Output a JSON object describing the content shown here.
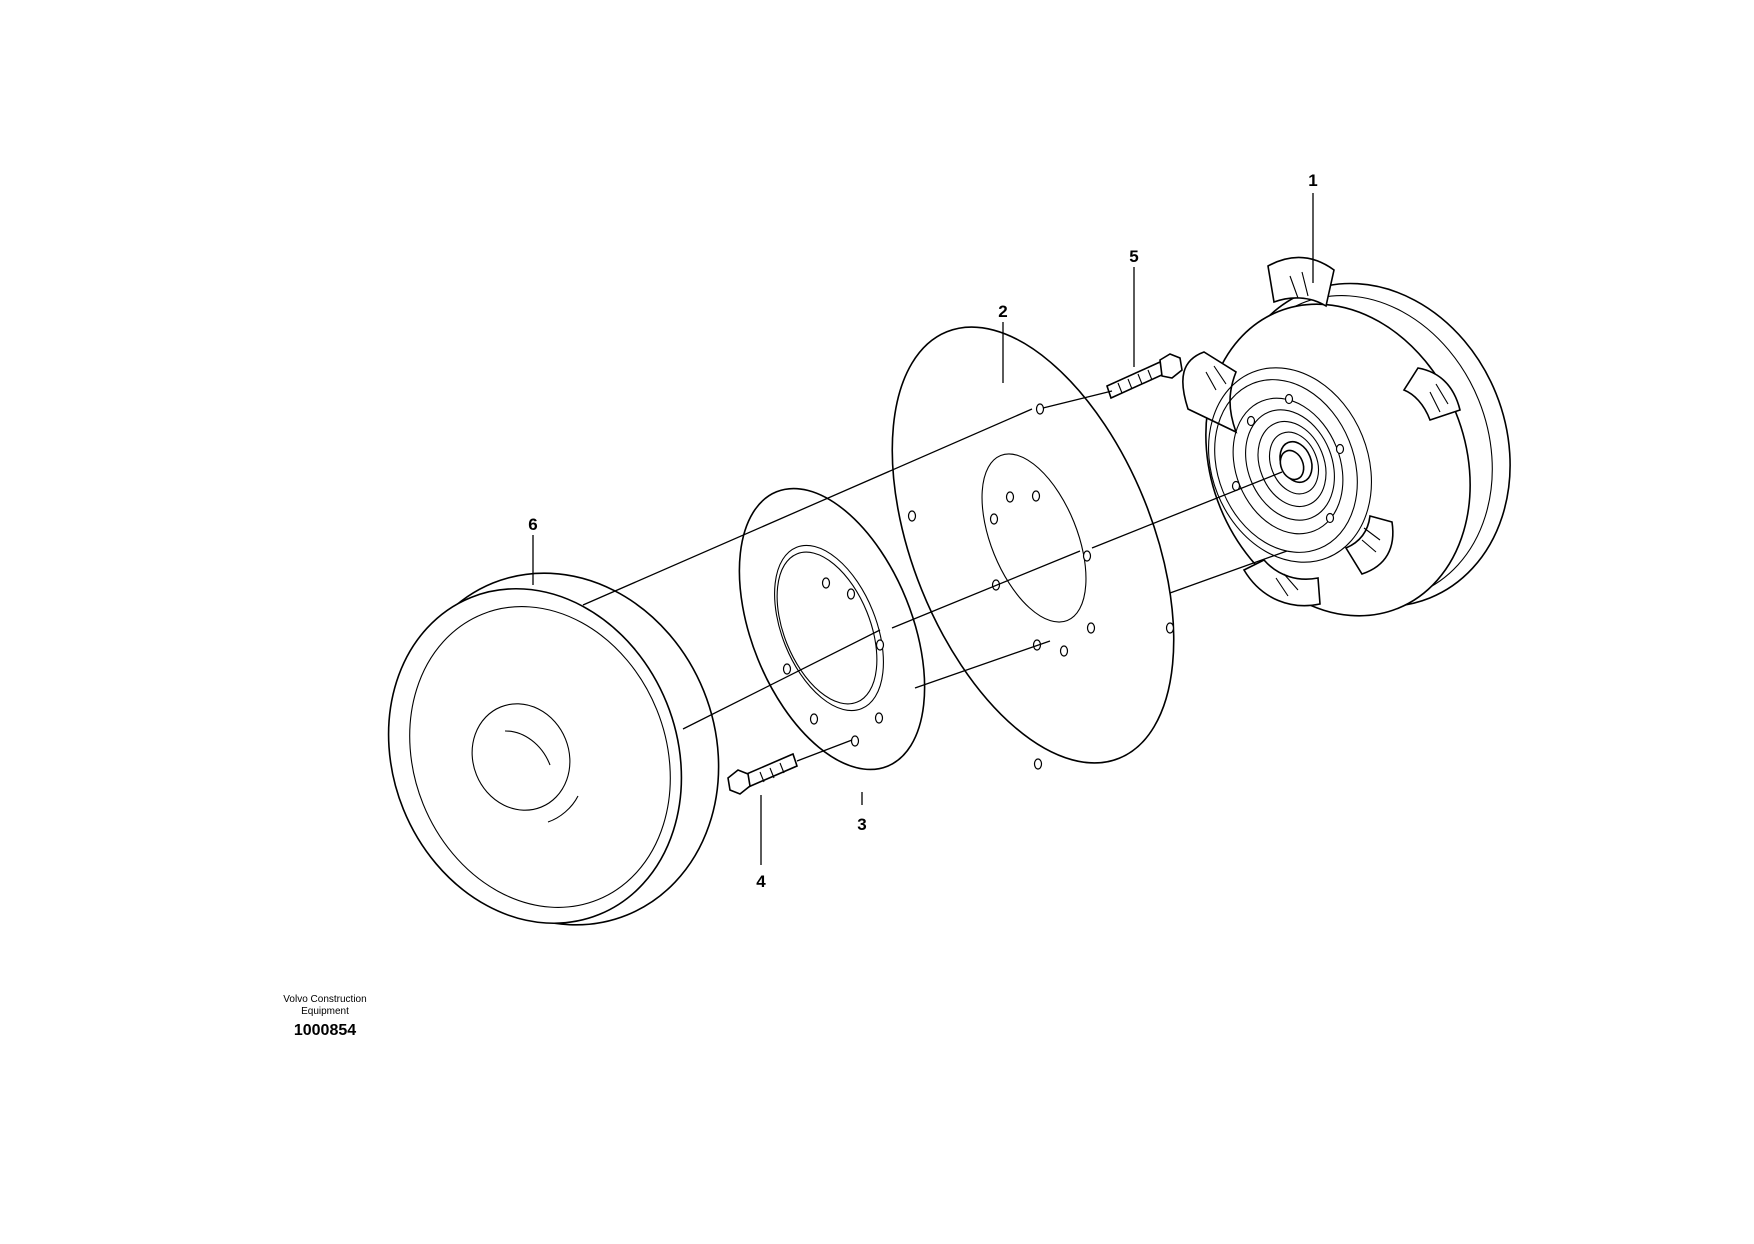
{
  "callouts": [
    "1",
    "2",
    "3",
    "4",
    "5",
    "6"
  ],
  "caption": {
    "maker_line1": "Volvo Construction",
    "maker_line2": "Equipment",
    "ref": "1000854"
  }
}
